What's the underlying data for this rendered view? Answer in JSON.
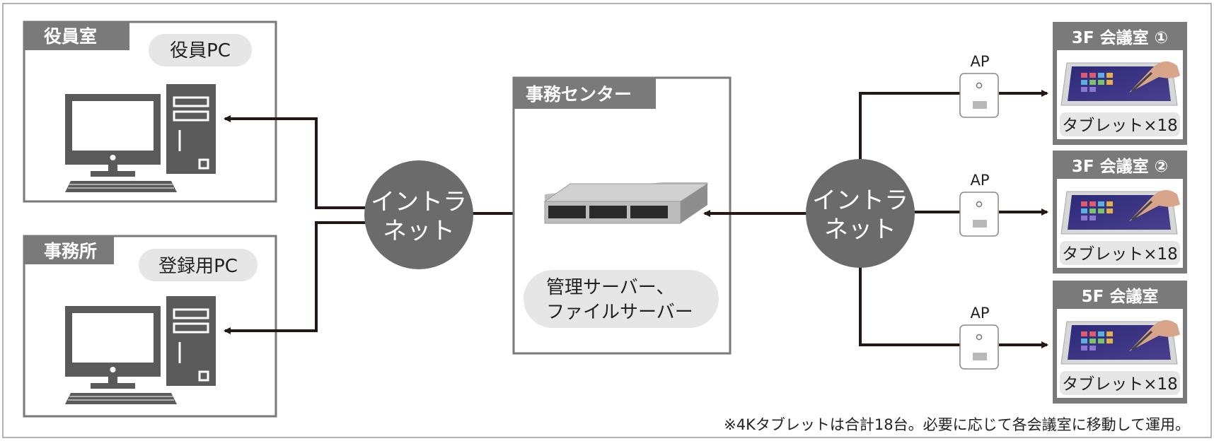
{
  "rooms": {
    "executive": {
      "title": "役員室",
      "device": "役員PC"
    },
    "office": {
      "title": "事務所",
      "device": "登録用PC"
    }
  },
  "center": {
    "title": "事務センター",
    "server_line1": "管理サーバー、",
    "server_line2": "ファイルサーバー"
  },
  "intranet": {
    "line1": "イントラ",
    "line2": "ネット"
  },
  "access_points": [
    {
      "label": "AP"
    },
    {
      "label": "AP"
    },
    {
      "label": "AP"
    }
  ],
  "meeting_rooms": [
    {
      "title": "3F 会議室 ①",
      "caption": "タブレット×18"
    },
    {
      "title": "3F 会議室 ②",
      "caption": "タブレット×18"
    },
    {
      "title": "5F 会議室",
      "caption": "タブレット×18"
    }
  ],
  "footnote": "※4Kタブレットは合計18台。必要に応じて各会議室に移動して運用。",
  "colors": {
    "frame": "#7a7a7a",
    "dark": "#5a5a5a",
    "line": "#231815",
    "pill": "#e6e6e6",
    "tablet_screen": "#3b3580"
  }
}
